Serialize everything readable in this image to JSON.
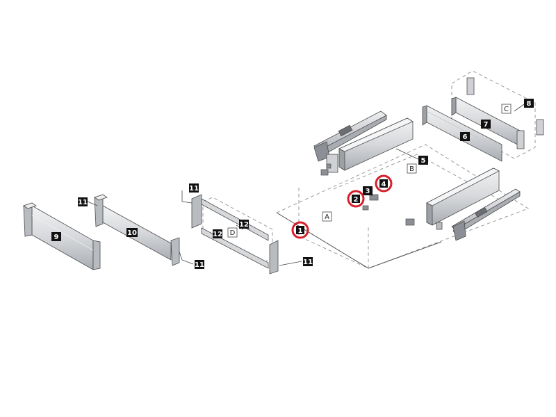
{
  "diagram": {
    "labels": {
      "l1": "1",
      "l2": "2",
      "l3": "3",
      "l4": "4",
      "l5": "5",
      "l6": "6",
      "l7": "7",
      "l8": "8",
      "l9": "9",
      "l10": "10",
      "l11a": "11",
      "l11b": "11",
      "l11c": "11",
      "l11d": "11",
      "l12a": "12",
      "l12b": "12",
      "lA": "A",
      "lB": "B",
      "lC": "C",
      "lD": "D"
    },
    "highlighted": [
      "1",
      "2",
      "4"
    ],
    "colors": {
      "highlight": "#d81e2a",
      "tag_fill": "#111111",
      "tag_text": "#ffffff",
      "part_light": "#e4e5e7",
      "part_mid": "#b8bbbf",
      "part_dark": "#8c9096",
      "outline": "#4a4a4a",
      "dash": "#9a9a9a"
    }
  }
}
